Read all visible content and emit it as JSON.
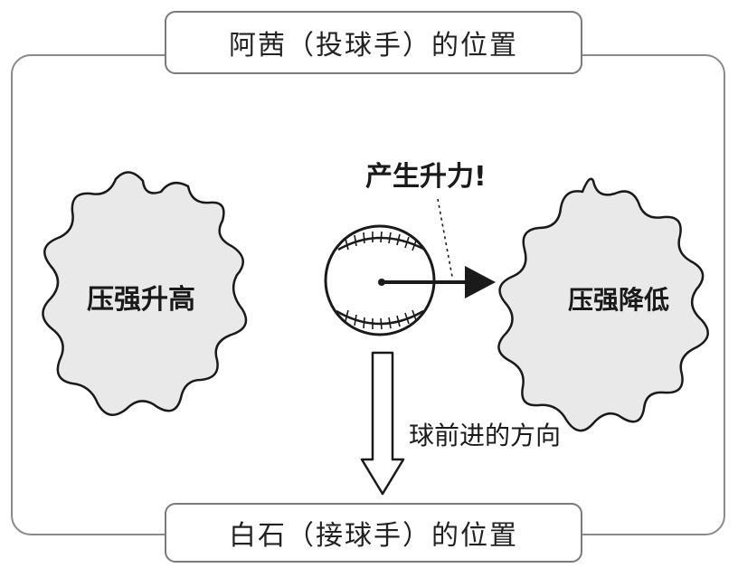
{
  "top_label": "阿茜（投球手）的位置",
  "bottom_label": "白石（接球手）的位置",
  "left_region": "压强升高",
  "right_region": "压强降低",
  "lift_label": "产生升力!",
  "direction_label": "球前进的方向",
  "colors": {
    "burst_fill": "#e9e9e9",
    "stroke": "#1a1a1a",
    "frame": "#8a8a8a"
  },
  "icons": [
    "baseball-icon",
    "arrow-down-icon",
    "arrow-right-icon"
  ]
}
